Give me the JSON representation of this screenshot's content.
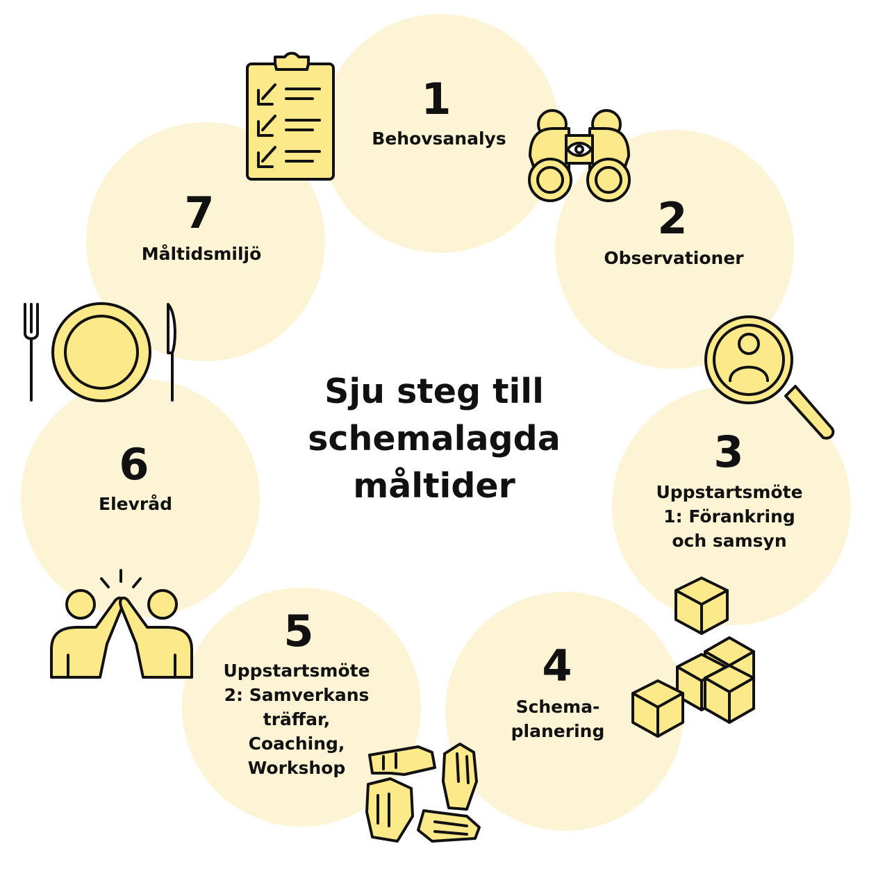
{
  "title": "Sju steg till\nschemalagda\nmåltider",
  "steps": [
    {
      "number": "1",
      "label": "Behovsanalys",
      "icon": "clipboard-icon"
    },
    {
      "number": "2",
      "label": "Observationer",
      "icon": "binoculars-icon"
    },
    {
      "number": "3",
      "label": "Uppstartsmöte\n1: Förankring\noch samsyn",
      "icon": "magnifier-person-icon"
    },
    {
      "number": "4",
      "label": "Schema-\nplanering",
      "icon": "blocks-icon"
    },
    {
      "number": "5",
      "label": "Uppstartsmöte\n2: Samverkans\nträffar,\nCoaching,\nWorkshop",
      "icon": "hands-circle-icon"
    },
    {
      "number": "6",
      "label": "Elevråd",
      "icon": "high-five-icon"
    },
    {
      "number": "7",
      "label": "Måltidsmiljö",
      "icon": "plate-cutlery-icon"
    }
  ],
  "colors": {
    "circle_fill": "#fdf4d5",
    "icon_fill": "#fce98a",
    "ink": "#111111"
  }
}
